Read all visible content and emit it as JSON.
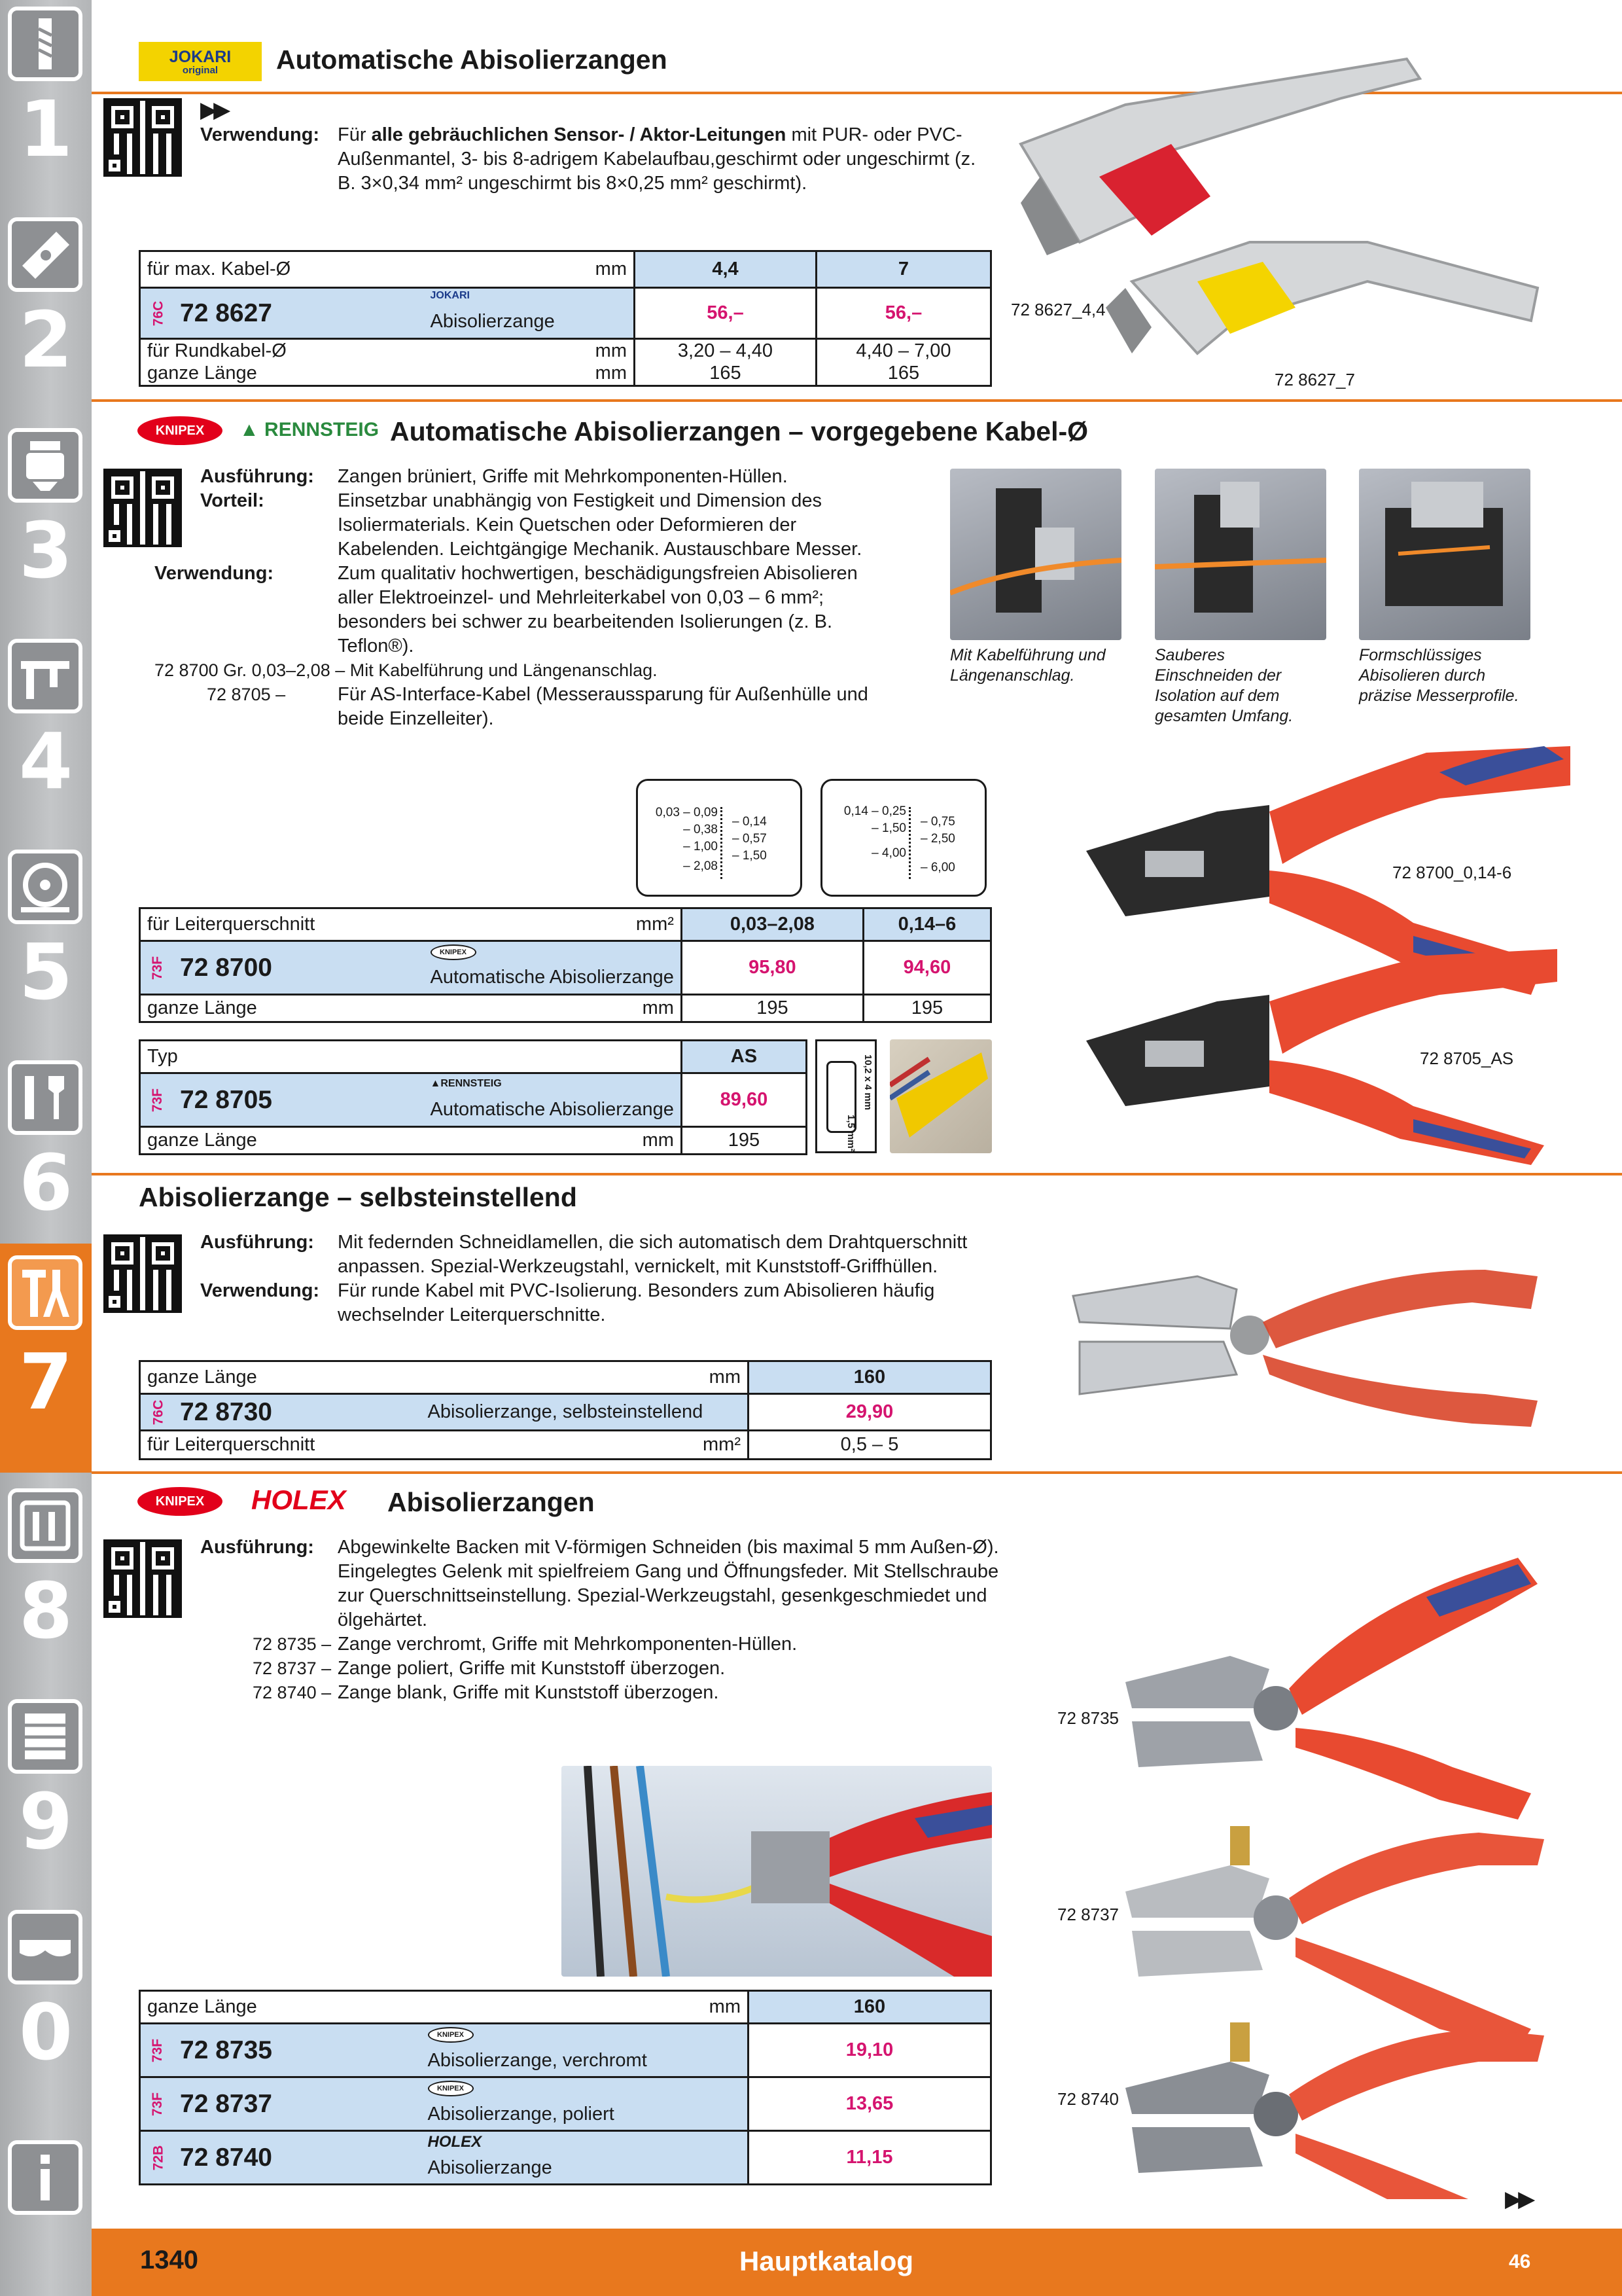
{
  "sidebar": {
    "tabs": [
      {
        "num": "1",
        "icon": "drill-bit-icon"
      },
      {
        "num": "2",
        "icon": "cutting-insert-icon"
      },
      {
        "num": "3",
        "icon": "tool-holder-icon"
      },
      {
        "num": "4",
        "icon": "caliper-icon"
      },
      {
        "num": "5",
        "icon": "saw-blade-icon"
      },
      {
        "num": "6",
        "icon": "wrench-icon"
      },
      {
        "num": "7",
        "icon": "hand-tools-icon"
      },
      {
        "num": "8",
        "icon": "workshop-icon"
      },
      {
        "num": "9",
        "icon": "tool-cabinet-icon"
      },
      {
        "num": "0",
        "icon": "safety-glasses-icon"
      },
      {
        "num": "i",
        "icon": "info-icon"
      }
    ],
    "active": "7"
  },
  "s1": {
    "brand": "JOKARI",
    "brand_sub": "original",
    "title": "Automatische Abisolierzangen",
    "usage_label": "Verwendung:",
    "usage_pre": "Für",
    "usage_bold": "alle gebräuchlichen Sensor- / Aktor-Leitungen",
    "usage_rest": "mit PUR- oder PVC-Außenmantel, 3- bis 8-adrigem Kabelaufbau,geschirmt oder ungeschirmt (z. B. 3×0,34 mm² ungeschirmt bis 8×0,25 mm² geschirmt).",
    "table": {
      "head_label": "für max. Kabel-Ø",
      "head_unit": "mm",
      "cols": [
        "4,4",
        "7"
      ],
      "code": "76C",
      "article": "72 8627",
      "desc": "Abisolierzange",
      "prices": [
        "56,–",
        "56,–"
      ],
      "r2_label": "für Rundkabel-Ø",
      "r2_unit": "mm",
      "r2": [
        "3,20 – 4,40",
        "4,40 – 7,00"
      ],
      "r3_label": "ganze Länge",
      "r3_unit": "mm",
      "r3": [
        "165",
        "165"
      ]
    },
    "img1": "72 8627_4,4",
    "img2": "72 8627_7"
  },
  "s2": {
    "brand1": "KNIPEX",
    "brand2": "RENNSTEIG",
    "title": "Automatische Abisolierzangen – vorgegebene Kabel-Ø",
    "ausf_label": "Ausführung:",
    "ausf": "Zangen brüniert, Griffe mit Mehrkomponenten-Hüllen.",
    "vort_label": "Vorteil:",
    "vort": "Einsetzbar unabhängig von Festigkeit und Dimension des Isoliermaterials. Kein Quetschen oder Deformieren der Kabelenden. Leichtgängige Mechanik. Austauschbare Messer.",
    "verw_label": "Verwendung:",
    "verw": "Zum qualitativ hochwertigen, beschädigungsfreien Abisolieren aller Elektroeinzel- und Mehrleiterkabel von 0,03 – 6 mm²; besonders bei schwer zu bearbeitenden Isolierungen (z. B. Teflon®).",
    "l1_code": "72 8700",
    "l1": "Gr. 0,03–2,08 – Mit Kabelführung und Längenanschlag.",
    "l2_code": "72 8705 –",
    "l2": "Für AS-Interface-Kabel (Messeraussparung für Außenhülle und beide Einzelleiter).",
    "captions": [
      "Mit Kabelführung und Längenanschlag.",
      "Sauberes Einschneiden der Isolation auf dem gesamten Umfang.",
      "Formschlüssiges Abisolieren durch präzise Messerprofile."
    ],
    "dia1": {
      "left": [
        "0,03 – 0,09",
        "– 0,38",
        "– 1,00",
        "– 2,08"
      ],
      "right": [
        "– 0,14",
        "– 0,57",
        "– 1,50"
      ]
    },
    "dia2": {
      "left": [
        "0,14 – 0,25",
        "– 1,50",
        "– 4,00"
      ],
      "right": [
        "– 0,75",
        "– 2,50",
        "– 6,00"
      ]
    },
    "table1": {
      "head_label": "für Leiterquerschnitt",
      "head_unit": "mm²",
      "cols": [
        "0,03–2,08",
        "0,14–6"
      ],
      "code": "73F",
      "article": "72 8700",
      "desc": "Automatische Abisolierzange",
      "prices": [
        "95,80",
        "94,60"
      ],
      "r3_label": "ganze Länge",
      "r3_unit": "mm",
      "r3": [
        "195",
        "195"
      ]
    },
    "table2": {
      "head_label": "Typ",
      "cols": [
        "AS"
      ],
      "code": "73F",
      "article": "72 8705",
      "desc": "Automatische Abisolierzange",
      "prices": [
        "89,60"
      ],
      "r3_label": "ganze Länge",
      "r3_unit": "mm",
      "r3": [
        "195"
      ]
    },
    "as_dims": [
      "10,2 x 4 mm",
      "1,5 mm²"
    ],
    "img1": "72 8700_0,14-6",
    "img2": "72 8705_AS"
  },
  "s3": {
    "title": "Abisolierzange – selbsteinstellend",
    "ausf_label": "Ausführung:",
    "ausf": "Mit federnden Schneidlamellen, die sich automatisch dem Drahtquerschnitt anpassen. Spezial-Werkzeugstahl, vernickelt, mit Kunststoff-Griffhüllen.",
    "verw_label": "Verwendung:",
    "verw": "Für runde Kabel mit PVC-Isolierung. Besonders zum Abisolieren häufig wechselnder Leiterquerschnitte.",
    "table": {
      "head_label": "ganze Länge",
      "head_unit": "mm",
      "cols": [
        "160"
      ],
      "code": "76C",
      "article": "72 8730",
      "desc": "Abisolierzange, selbsteinstellend",
      "prices": [
        "29,90"
      ],
      "r3_label": "für Leiterquerschnitt",
      "r3_unit": "mm²",
      "r3": [
        "0,5 – 5"
      ]
    }
  },
  "s4": {
    "brand1": "KNIPEX",
    "brand2": "HOLEX",
    "title": "Abisolierzangen",
    "ausf_label": "Ausführung:",
    "ausf": "Abgewinkelte Backen mit V-förmigen Schneiden (bis maximal 5 mm Außen-Ø). Eingelegtes Gelenk mit spielfreiem Gang und Öffnungsfeder. Mit Stellschraube zur Querschnittseinstellung. Spezial-Werkzeugstahl, gesenkgeschmiedet und ölgehärtet.",
    "items": [
      {
        "code": "72 8735 –",
        "text": "Zange verchromt, Griffe mit Mehrkomponenten-Hüllen."
      },
      {
        "code": "72 8737 –",
        "text": "Zange poliert, Griffe mit Kunststoff überzogen."
      },
      {
        "code": "72 8740 –",
        "text": "Zange blank, Griffe mit Kunststoff überzogen."
      }
    ],
    "table": {
      "head_label": "ganze Länge",
      "head_unit": "mm",
      "col": "160",
      "rows": [
        {
          "code": "73F",
          "article": "72 8735",
          "brand": "KNIPEX",
          "desc": "Abisolierzange, verchromt",
          "price": "19,10"
        },
        {
          "code": "73F",
          "article": "72 8737",
          "brand": "KNIPEX",
          "desc": "Abisolierzange, poliert",
          "price": "13,65"
        },
        {
          "code": "72B",
          "article": "72 8740",
          "brand": "HOLEX",
          "desc": "Abisolierzange",
          "price": "11,15"
        }
      ]
    },
    "img_labels": [
      "72 8735",
      "72 8737",
      "72 8740"
    ]
  },
  "footer": {
    "page": "1340",
    "catalog": "Hauptkatalog",
    "chapter": "46"
  },
  "colors": {
    "accent": "#e8781e",
    "price": "#d5146f",
    "table_blue": "#c9def2",
    "knipex_red": "#e2001a",
    "rennsteig_green": "#2a8a3e"
  }
}
